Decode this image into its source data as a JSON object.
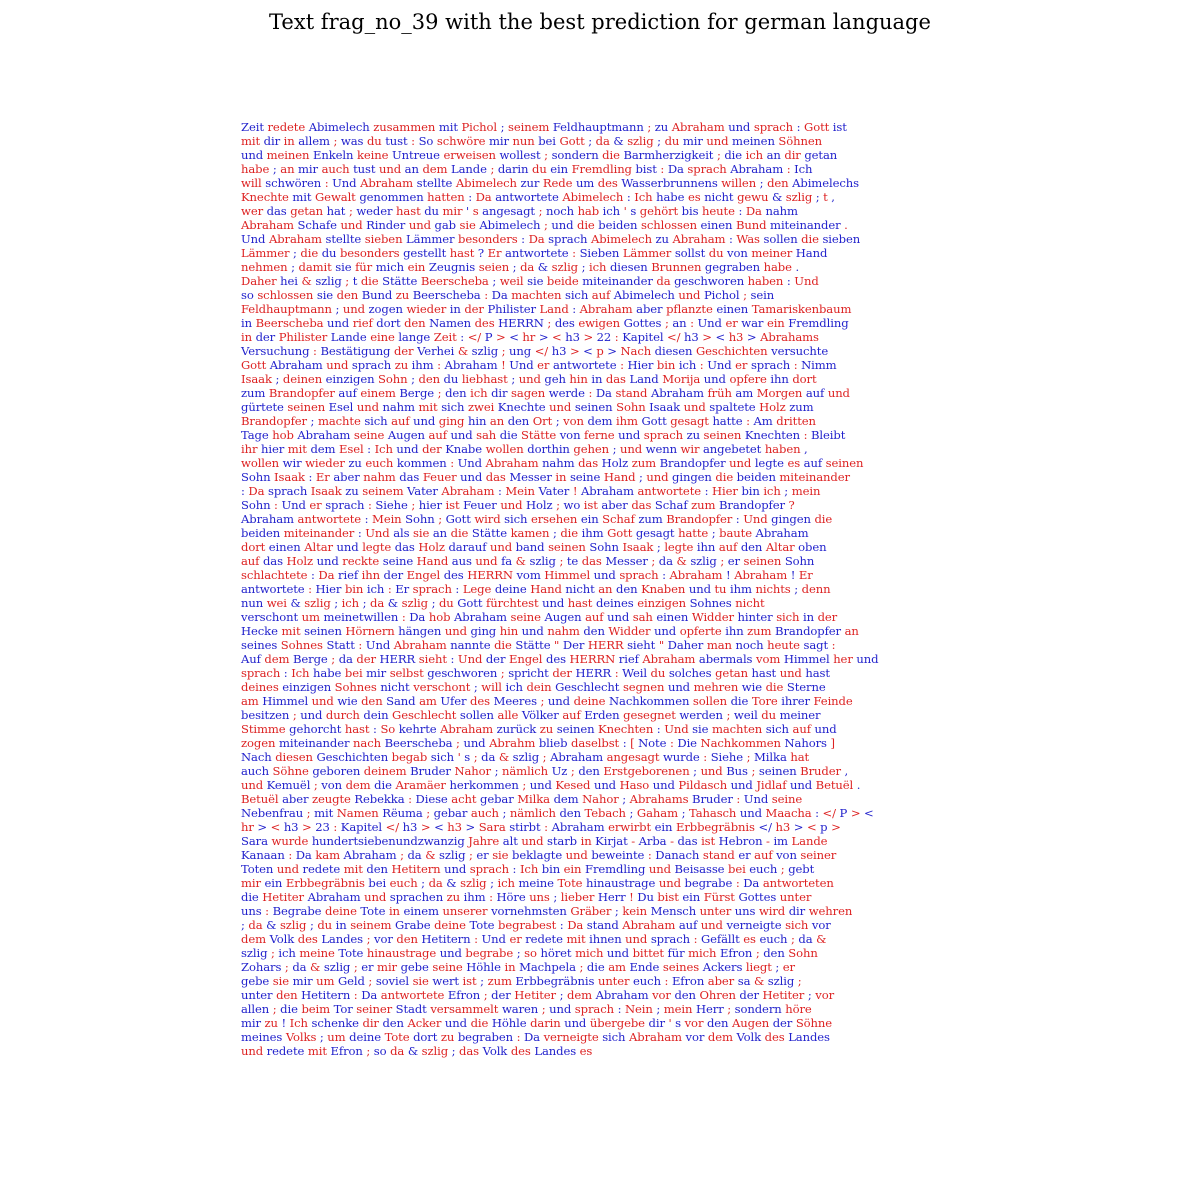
{
  "title": "Text frag_no_39 with the best prediction for german language",
  "colors": {
    "primary": "#2222cc",
    "secondary": "#dd2222"
  },
  "lines": [
    "Zeit redete Abimelech zusammen mit Pichol ; seinem Feldhauptmann ; zu Abraham und sprach : Gott ist",
    "mit dir in allem ; was du tust : So schwöre mir nun bei Gott ; da & szlig ; du mir und meinen Söhnen",
    "und meinen Enkeln keine Untreue erweisen wollest ; sondern die Barmherzigkeit ; die ich an dir getan",
    "habe ; an mir auch tust und an dem Lande ; darin du ein Fremdling bist : Da sprach Abraham : Ich",
    "will schwören : Und Abraham stellte Abimelech zur Rede um des Wasserbrunnens willen ; den Abimelechs",
    "Knechte mit Gewalt genommen hatten : Da antwortete Abimelech : Ich habe es nicht gewu & szlig ; t ,",
    "wer das getan hat ; weder hast du mir ' s angesagt ; noch hab ich ' s gehört bis heute : Da nahm",
    "Abraham Schafe und Rinder und gab sie Abimelech ; und die beiden schlossen einen Bund miteinander .",
    "Und Abraham stellte sieben Lämmer besonders : Da sprach Abimelech zu Abraham : Was sollen die sieben",
    "Lämmer ; die du besonders gestellt hast ? Er antwortete : Sieben Lämmer sollst du von meiner Hand",
    "nehmen ; damit sie für mich ein Zeugnis seien ; da & szlig ; ich diesen Brunnen gegraben habe .",
    "Daher hei & szlig ; t die Stätte Beerscheba ; weil sie beide miteinander da geschworen haben : Und",
    "so schlossen sie den Bund zu Beerscheba : Da machten sich auf Abimelech und Pichol ; sein",
    "Feldhauptmann ; und zogen wieder in der Philister Land : Abraham aber pflanzte einen Tamariskenbaum",
    "in Beerscheba und rief dort den Namen des HERRN ; des ewigen Gottes ; an : Und er war ein Fremdling",
    "in der Philister Lande eine lange Zeit : </ P > < hr > < h3 > 22 : Kapitel </ h3 > < h3 > Abrahams",
    "Versuchung : Bestätigung der Verhei & szlig ; ung </ h3 > < p > Nach diesen Geschichten versuchte",
    "Gott Abraham und sprach zu ihm : Abraham ! Und er antwortete : Hier bin ich : Und er sprach : Nimm",
    "Isaak ; deinen einzigen Sohn ; den du liebhast ; und geh hin in das Land Morija und opfere ihn dort",
    "zum Brandopfer auf einem Berge ; den ich dir sagen werde : Da stand Abraham früh am Morgen auf und",
    "gürtete seinen Esel und nahm mit sich zwei Knechte und seinen Sohn Isaak und spaltete Holz zum",
    "Brandopfer ; machte sich auf und ging hin an den Ort ; von dem ihm Gott gesagt hatte : Am dritten",
    "Tage hob Abraham seine Augen auf und sah die Stätte von ferne und sprach zu seinen Knechten : Bleibt",
    "ihr hier mit dem Esel : Ich und der Knabe wollen dorthin gehen ; und wenn wir angebetet haben ,",
    "wollen wir wieder zu euch kommen : Und Abraham nahm das Holz zum Brandopfer und legte es auf seinen",
    "Sohn Isaak : Er aber nahm das Feuer und das Messer in seine Hand ; und gingen die beiden miteinander",
    ": Da sprach Isaak zu seinem Vater Abraham : Mein Vater ! Abraham antwortete : Hier bin ich ; mein",
    "Sohn : Und er sprach : Siehe ; hier ist Feuer und Holz ; wo ist aber das Schaf zum Brandopfer ?",
    "Abraham antwortete : Mein Sohn ; Gott wird sich ersehen ein Schaf zum Brandopfer : Und gingen die",
    "beiden miteinander : Und als sie an die Stätte kamen ; die ihm Gott gesagt hatte ; baute Abraham",
    "dort einen Altar und legte das Holz darauf und band seinen Sohn Isaak ; legte ihn auf den Altar oben",
    "auf das Holz und reckte seine Hand aus und fa & szlig ; te das Messer ; da & szlig ; er seinen Sohn",
    "schlachtete : Da rief ihn der Engel des HERRN vom Himmel und sprach : Abraham ! Abraham ! Er",
    "antwortete : Hier bin ich : Er sprach : Lege deine Hand nicht an den Knaben und tu ihm nichts ; denn",
    "nun wei & szlig ; ich ; da & szlig ; du Gott fürchtest und hast deines einzigen Sohnes nicht",
    "verschont um meinetwillen : Da hob Abraham seine Augen auf und sah einen Widder hinter sich in der",
    "Hecke mit seinen Hörnern hängen und ging hin und nahm den Widder und opferte ihn zum Brandopfer an",
    "seines Sohnes Statt : Und Abraham nannte die Stätte \" Der HERR sieht \" Daher man noch heute sagt :",
    "Auf dem Berge ; da der HERR sieht : Und der Engel des HERRN rief Abraham abermals vom Himmel her und",
    "sprach : Ich habe bei mir selbst geschworen ; spricht der HERR : Weil du solches getan hast und hast",
    "deines einzigen Sohnes nicht verschont ; will ich dein Geschlecht segnen und mehren wie die Sterne",
    "am Himmel und wie den Sand am Ufer des Meeres ; und deine Nachkommen sollen die Tore ihrer Feinde",
    "besitzen ; und durch dein Geschlecht sollen alle Völker auf Erden gesegnet werden ; weil du meiner",
    "Stimme gehorcht hast : So kehrte Abraham zurück zu seinen Knechten : Und sie machten sich auf und",
    "zogen miteinander nach Beerscheba ; und Abrahm blieb daselbst : [ Note : Die Nachkommen Nahors ]",
    "Nach diesen Geschichten begab sich ' s ; da & szlig ; Abraham angesagt wurde : Siehe ; Milka hat",
    "auch Söhne geboren deinem Bruder Nahor ; nämlich Uz ; den Erstgeborenen ; und Bus ; seinen Bruder ,",
    "und Kemuël ; von dem die Aramäer herkommen ; und Kesed und Haso und Pildasch und Jidlaf und Betuël .",
    "Betuël aber zeugte Rebekka : Diese acht gebar Milka dem Nahor ; Abrahams Bruder : Und seine",
    "Nebenfrau ; mit Namen Rëuma ; gebar auch ; nämlich den Tebach ; Gaham ; Tahasch und Maacha : </ P > <",
    "hr > < h3 > 23 : Kapitel </ h3 > < h3 > Sara stirbt : Abraham erwirbt ein Erbbegräbnis </ h3 > < p >",
    "Sara wurde hundertsiebenundzwanzig Jahre alt und starb in Kirjat - Arba - das ist Hebron - im Lande",
    "Kanaan : Da kam Abraham ; da & szlig ; er sie beklagte und beweinte : Danach stand er auf von seiner",
    "Toten und redete mit den Hetitern und sprach : Ich bin ein Fremdling und Beisasse bei euch ; gebt",
    "mir ein Erbbegräbnis bei euch ; da & szlig ; ich meine Tote hinaustrage und begrabe : Da antworteten",
    "die Hetiter Abraham und sprachen zu ihm : Höre uns ; lieber Herr ! Du bist ein Fürst Gottes unter",
    "uns : Begrabe deine Tote in einem unserer vornehmsten Gräber ; kein Mensch unter uns wird dir wehren",
    "; da & szlig ; du in seinem Grabe deine Tote begrabest : Da stand Abraham auf und verneigte sich vor",
    "dem Volk des Landes ; vor den Hetitern : Und er redete mit ihnen und sprach : Gefällt es euch ; da &",
    "szlig ; ich meine Tote hinaustrage und begrabe ; so höret mich und bittet für mich Efron ; den Sohn",
    "Zohars ; da & szlig ; er mir gebe seine Höhle in Machpela ; die am Ende seines Ackers liegt ; er",
    "gebe sie mir um Geld ; soviel sie wert ist ; zum Erbbegräbnis unter euch : Efron aber sa & szlig ;",
    "unter den Hetitern : Da antwortete Efron ; der Hetiter ; dem Abraham vor den Ohren der Hetiter ; vor",
    "allen ; die beim Tor seiner Stadt versammelt waren ; und sprach : Nein ; mein Herr ; sondern höre",
    "mir zu ! Ich schenke dir den Acker und die Höhle darin und übergebe dir ' s vor den Augen der Söhne",
    "meines Volks ; um deine Tote dort zu begraben : Da verneigte sich Abraham vor dem Volk des Landes",
    "und redete mit Efron ; so da & szlig ; das Volk des Landes es"
  ]
}
